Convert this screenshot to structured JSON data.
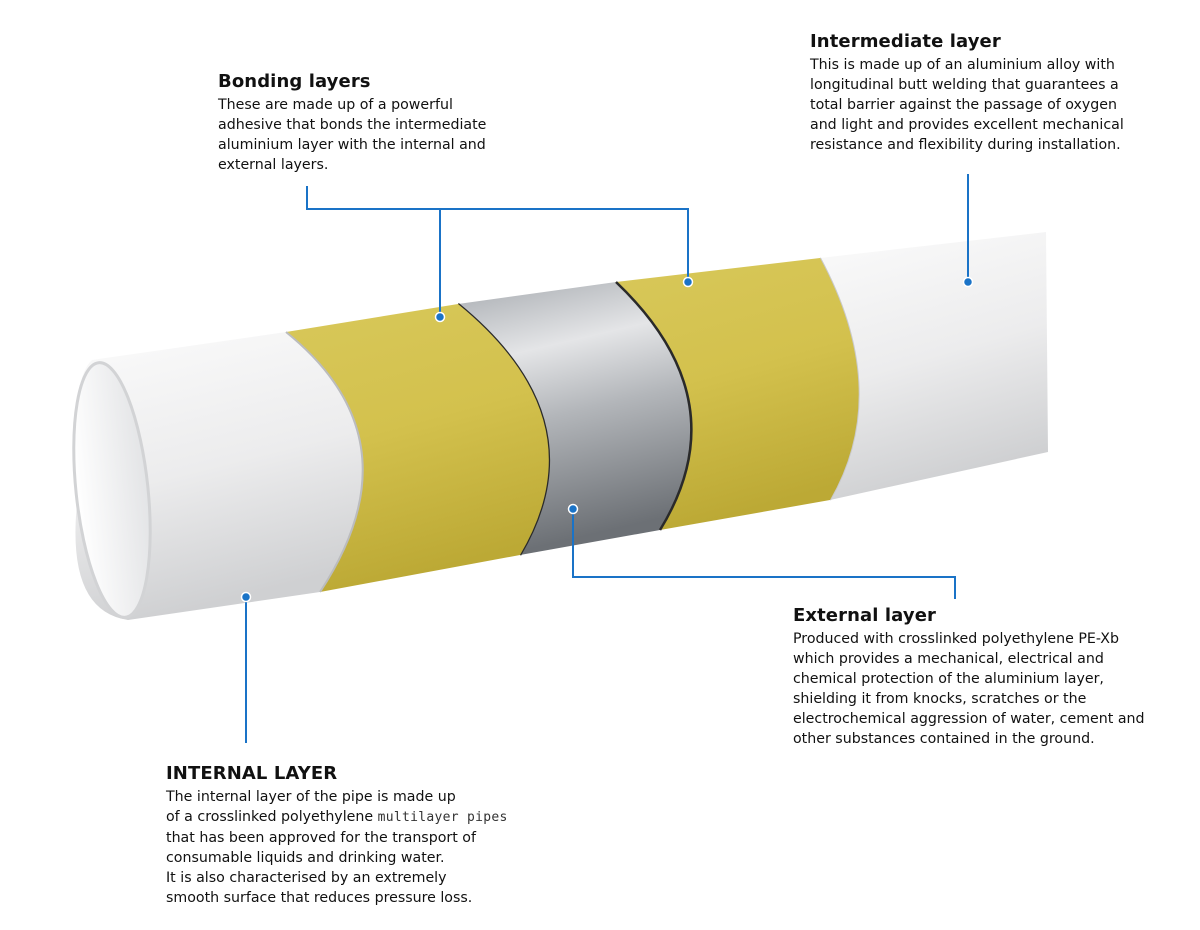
{
  "callouts": {
    "bonding": {
      "title": "Bonding layers",
      "text": "These are made up of a powerful\nadhesive that bonds the intermediate\naluminium layer with the internal and\nexternal layers."
    },
    "intermediate": {
      "title": "Intermediate layer",
      "text": "This is made up of an aluminium alloy with\nlongitudinal butt welding that guarantees a\ntotal barrier against the passage of oxygen\nand light and provides excellent mechanical\nresistance and flexibility during installation."
    },
    "external": {
      "title": "External layer",
      "text": "Produced with crosslinked polyethylene PE-Xb\nwhich provides a mechanical, electrical and\nchemical protection of the aluminium layer,\nshielding it from knocks, scratches or the\nelectrochemical aggression of water, cement and\nother substances contained in the ground."
    },
    "internal": {
      "title": "INTERNAL LAYER",
      "text_before": "The internal layer of the pipe is made up\nof a crosslinked polyethylene",
      "link_text": "multilayer pipes",
      "text_after": "\nthat has been approved for the transport of\nconsumable liquids and drinking water.\nIt is also characterised by an extremely\nsmooth surface that reduces pressure loss."
    }
  },
  "colors": {
    "pipe_white": "#e6e7e8",
    "pipe_white_light": "#f5f5f5",
    "adhesive_yellow": "#d4c24d",
    "aluminium": "#9a9ea3",
    "leader_line": "#1a73c7"
  }
}
